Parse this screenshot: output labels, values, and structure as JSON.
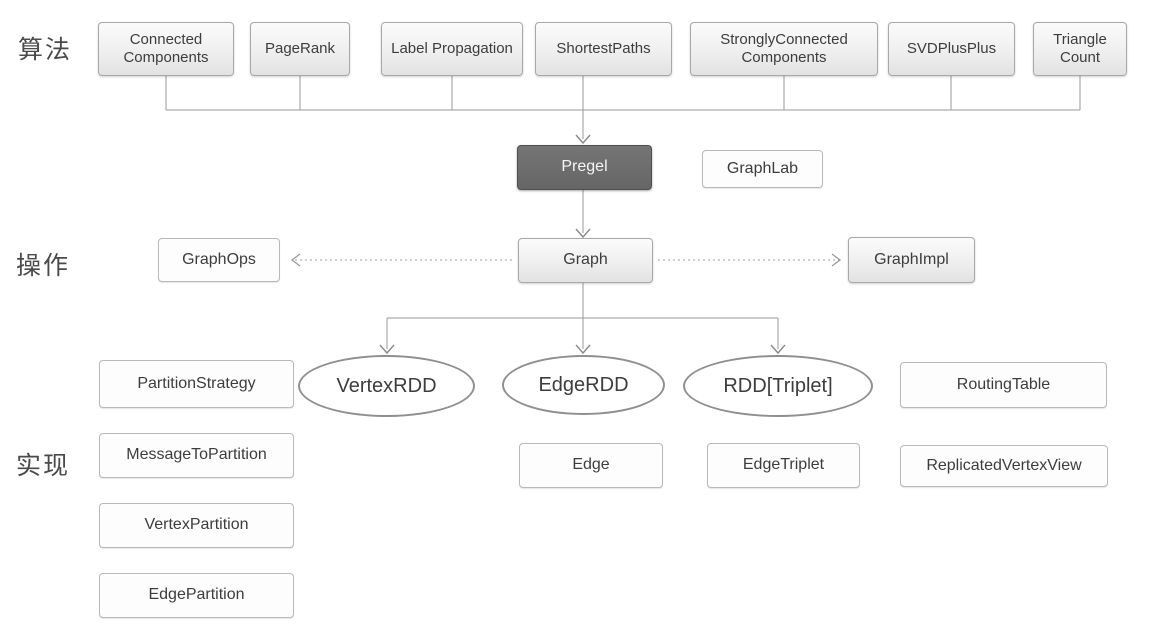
{
  "diagram": {
    "title_implied": "GraphX architecture diagram",
    "row_labels": {
      "algorithms": "算法",
      "operations": "操作",
      "implementation": "实现"
    },
    "nodes": {
      "connected_components": "Connected Components",
      "pagerank": "PageRank",
      "label_propagation": "Label Propagation",
      "shortest_paths": "ShortestPaths",
      "strongly_connected_components": "StronglyConnected Components",
      "svdplusplus": "SVDPlusPlus",
      "triangle_count": "Triangle Count",
      "pregel": "Pregel",
      "graphlab": "GraphLab",
      "graphops": "GraphOps",
      "graph": "Graph",
      "graphimpl": "GraphImpl",
      "vertexrdd": "VertexRDD",
      "edgerdd": "EdgeRDD",
      "rdd_triplet": "RDD[Triplet]",
      "partition_strategy": "PartitionStrategy",
      "message_to_partition": "MessageToPartition",
      "vertex_partition": "VertexPartition",
      "edge_partition": "EdgePartition",
      "edge": "Edge",
      "edge_triplet": "EdgeTriplet",
      "routing_table": "RoutingTable",
      "replicated_vertex_view": "ReplicatedVertexView"
    },
    "colors": {
      "highlight_node_bg": "#6e6e6e",
      "highlight_node_text": "#f5f5f5",
      "node_border": "#a8a8a8",
      "node_fill_top": "#fbfbfb",
      "node_fill_bottom": "#e2e2e2",
      "wire_solid": "#9a9a9a",
      "wire_dotted": "#b0b0b0",
      "text": "#3d3d3d"
    }
  }
}
